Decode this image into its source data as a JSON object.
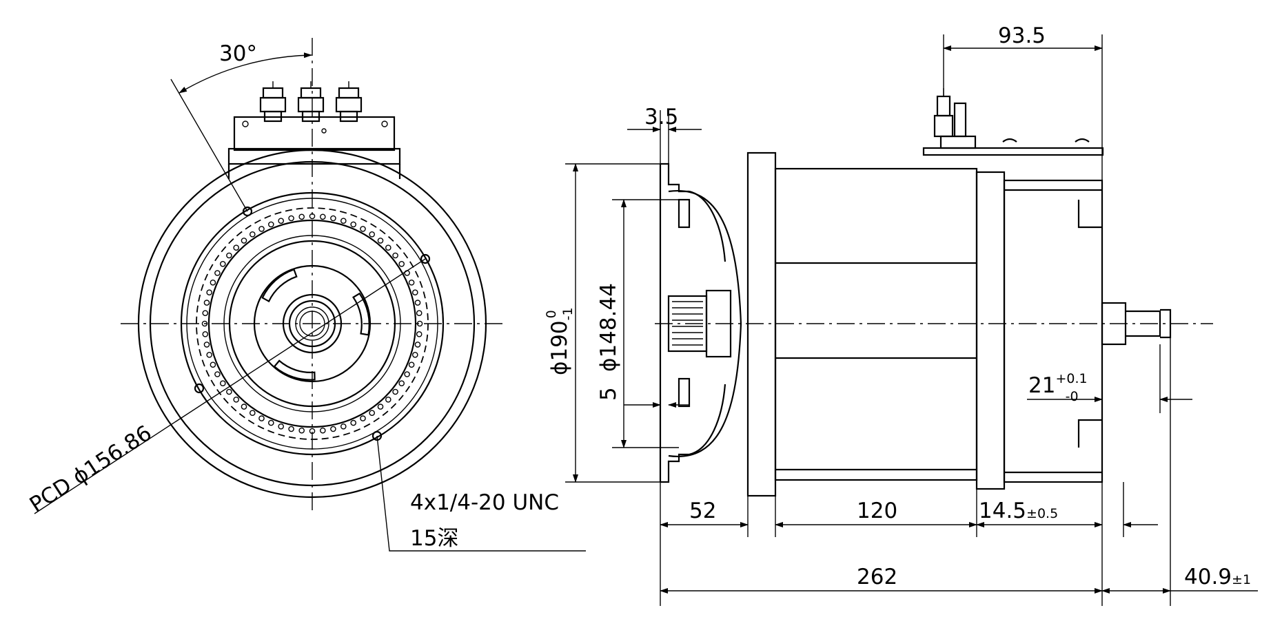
{
  "front_view": {
    "angle": "30°",
    "pcd_prefix": "PCD ",
    "pcd_value": "ϕ156.86",
    "thread_spec": "4x1/4-20 UNC",
    "thread_depth": "15深"
  },
  "side_view": {
    "flange_thickness": "3.5",
    "diameter_outer_main": "ϕ190",
    "diameter_outer_lower": "-1",
    "diameter_outer_upper": "0",
    "diameter_pilot": "ϕ148.44",
    "pilot_depth": "5",
    "terminal_offset": "93.5",
    "shaft_dia_main": "21",
    "shaft_dia_upper": "+0.1",
    "shaft_dia_lower": "-0",
    "front_length": "52",
    "body_length": "120",
    "rear_length_main": "14.5",
    "rear_length_tol": "±0.5",
    "overall_length": "262",
    "shaft_length_main": "40.9",
    "shaft_length_tol": "±1"
  }
}
